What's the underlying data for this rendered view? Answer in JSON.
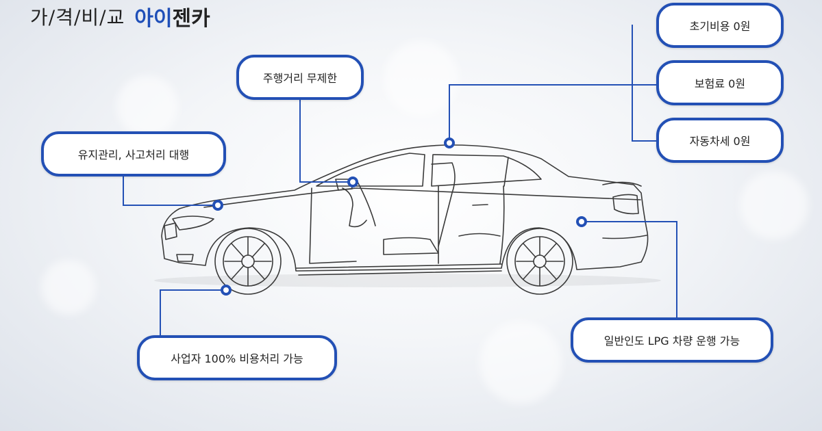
{
  "title": {
    "prefix": "가/격/비/교",
    "brand_part1": "아이",
    "brand_part2": "젠카"
  },
  "colors": {
    "accent": "#2350b5",
    "text": "#222222",
    "background": "#eef1f5"
  },
  "features": {
    "initial_cost": "초기비용 0원",
    "insurance": "보험료 0원",
    "vehicle_tax": "자동차세 0원",
    "unlimited_mileage": "주행거리 무제한",
    "maintenance": "유지관리, 사고처리 대행",
    "business_expense": "사업자 100% 비용처리 가능",
    "lpg": "일반인도 LPG 차량 운행 가능"
  }
}
